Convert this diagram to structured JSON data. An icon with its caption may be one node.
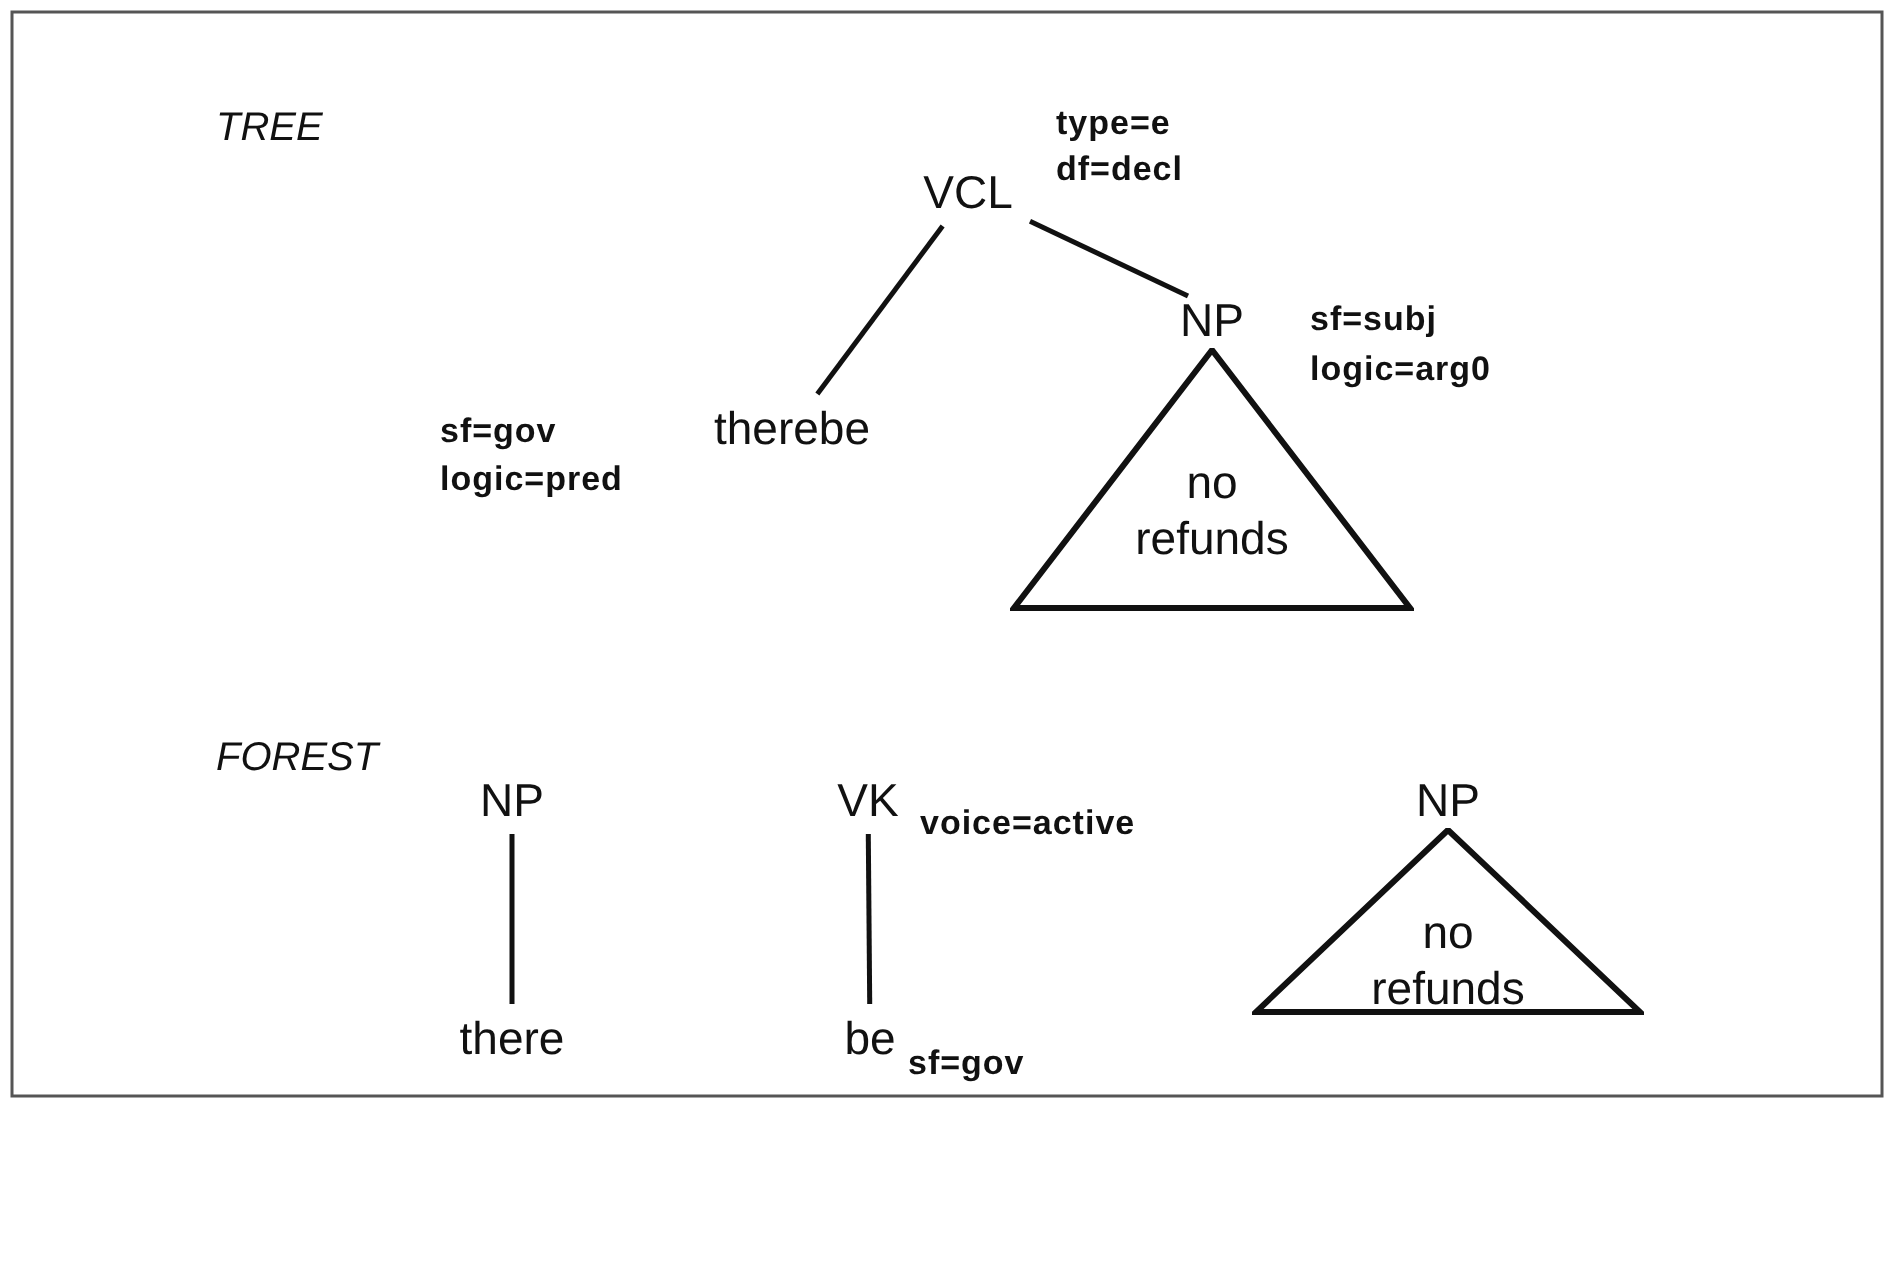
{
  "diagram": {
    "nodes": [
      {
        "text": [
          "VCL"
        ],
        "beside": [
          "type=e",
          "df=decl"
        ]
      },
      {
        "text": [
          "therebe"
        ],
        "beside": [
          "sf=gov",
          "logic=pred"
        ]
      },
      {
        "text": [
          "NP",
          "no refunds"
        ],
        "beside": [
          "sf=subj",
          "logic=arg0"
        ]
      },
      {
        "text": [
          "NP"
        ]
      },
      {
        "text": [
          "there"
        ]
      },
      {
        "text": [
          "VK"
        ],
        "beside": [
          "voice=active"
        ]
      },
      {
        "text": [
          "be"
        ],
        "beside": [
          "sf=gov"
        ]
      },
      {
        "text": [
          "NP",
          "no refunds"
        ]
      }
    ],
    "edges": [
      {
        "from": 0,
        "to": 1,
        "arrow": "none"
      },
      {
        "from": 0,
        "to": 2,
        "arrow": "none"
      },
      {
        "from": 3,
        "to": 4,
        "arrow": "none"
      },
      {
        "from": 5,
        "to": 6,
        "arrow": "none"
      }
    ],
    "labels": [
      "TREE",
      "FOREST"
    ]
  }
}
